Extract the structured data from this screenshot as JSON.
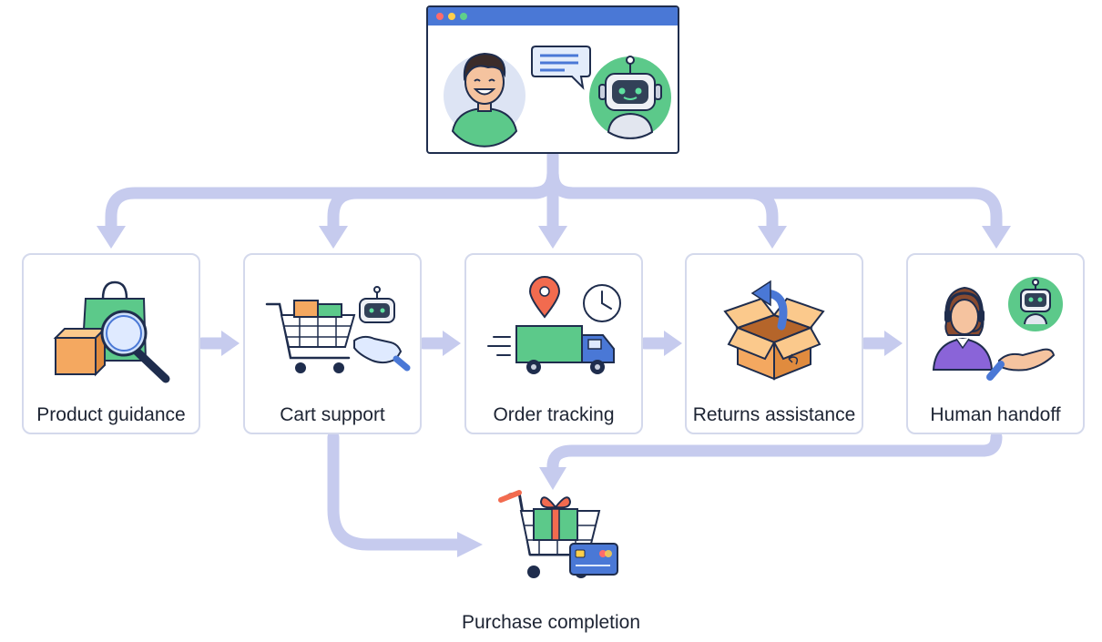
{
  "stages": [
    {
      "label": "Product guidance",
      "icon": "shopping-bag-magnifier-icon"
    },
    {
      "label": "Cart support",
      "icon": "cart-robot-icon"
    },
    {
      "label": "Order tracking",
      "icon": "delivery-truck-icon"
    },
    {
      "label": "Returns assistance",
      "icon": "return-box-icon"
    },
    {
      "label": "Human handoff",
      "icon": "agent-robot-handoff-icon"
    }
  ],
  "final": {
    "label": "Purchase completion",
    "icon": "gift-cart-card-icon"
  },
  "top": {
    "icon": "chat-window-customer-robot-icon"
  },
  "colors": {
    "arrow": "#c6cbee",
    "card_border": "#d4d9ec",
    "window_border": "#1f2d4d",
    "window_bar": "#4a78d6",
    "text": "#1d2433"
  }
}
